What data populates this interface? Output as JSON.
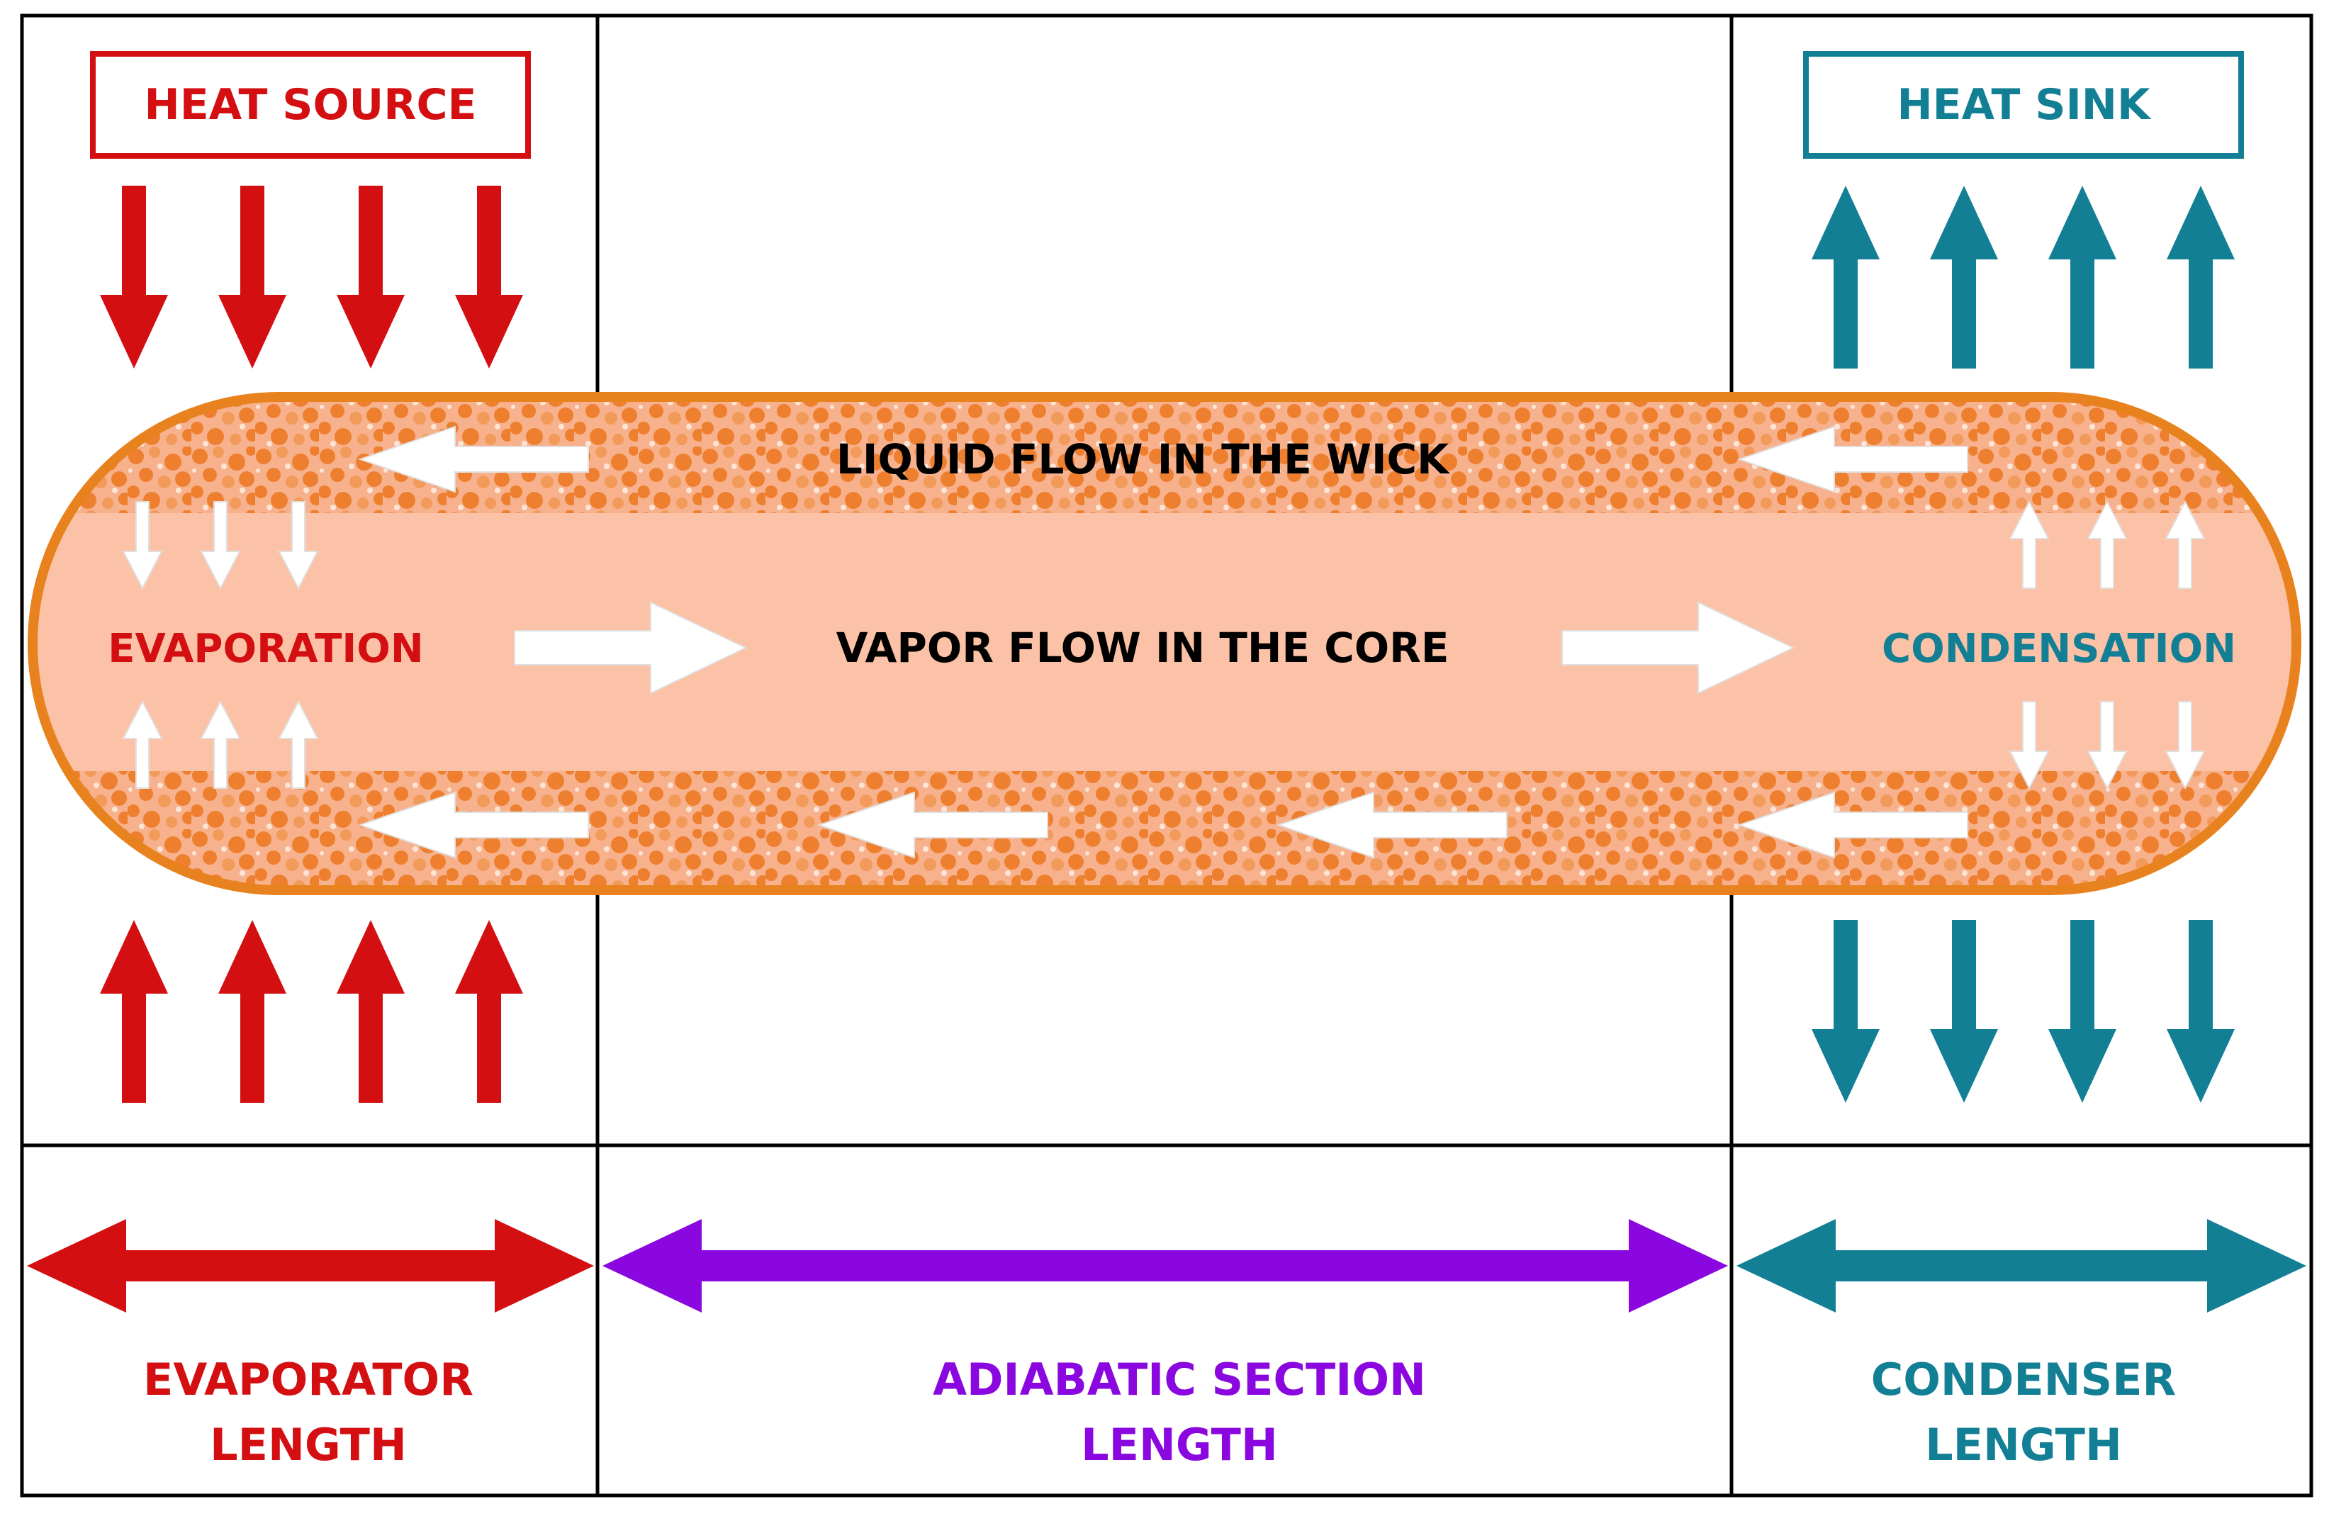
{
  "colors": {
    "source": "#d40f12",
    "sink": "#137f95",
    "adiabatic": "#8a08df",
    "pipe_wall": "#e8821e",
    "core": "#fcc2a7",
    "wick_light": "#f7b18c",
    "wick_dark": "#ee7f2f",
    "grid": "#000000",
    "flow_arrow": "#ffffff"
  },
  "labels": {
    "heat_source": "HEAT SOURCE",
    "heat_sink": "HEAT SINK",
    "liquid_flow": "LIQUID FLOW IN THE WICK",
    "vapor_flow": "VAPOR FLOW IN THE CORE",
    "evaporation": "EVAPORATION",
    "condensation": "CONDENSATION"
  },
  "sections": [
    {
      "id": "evaporator",
      "line1": "EVAPORATOR",
      "line2": "LENGTH"
    },
    {
      "id": "adiabatic",
      "line1": "ADIABATIC SECTION",
      "line2": "LENGTH"
    },
    {
      "id": "condenser",
      "line1": "CONDENSER",
      "line2": "LENGTH"
    }
  ],
  "icons": {
    "heat_in_arrows": "arrow-down-icon",
    "heat_out_arrows": "arrow-up-icon",
    "length_arrows": "double-arrow-icon",
    "flow_arrows": "arrow-icon"
  }
}
